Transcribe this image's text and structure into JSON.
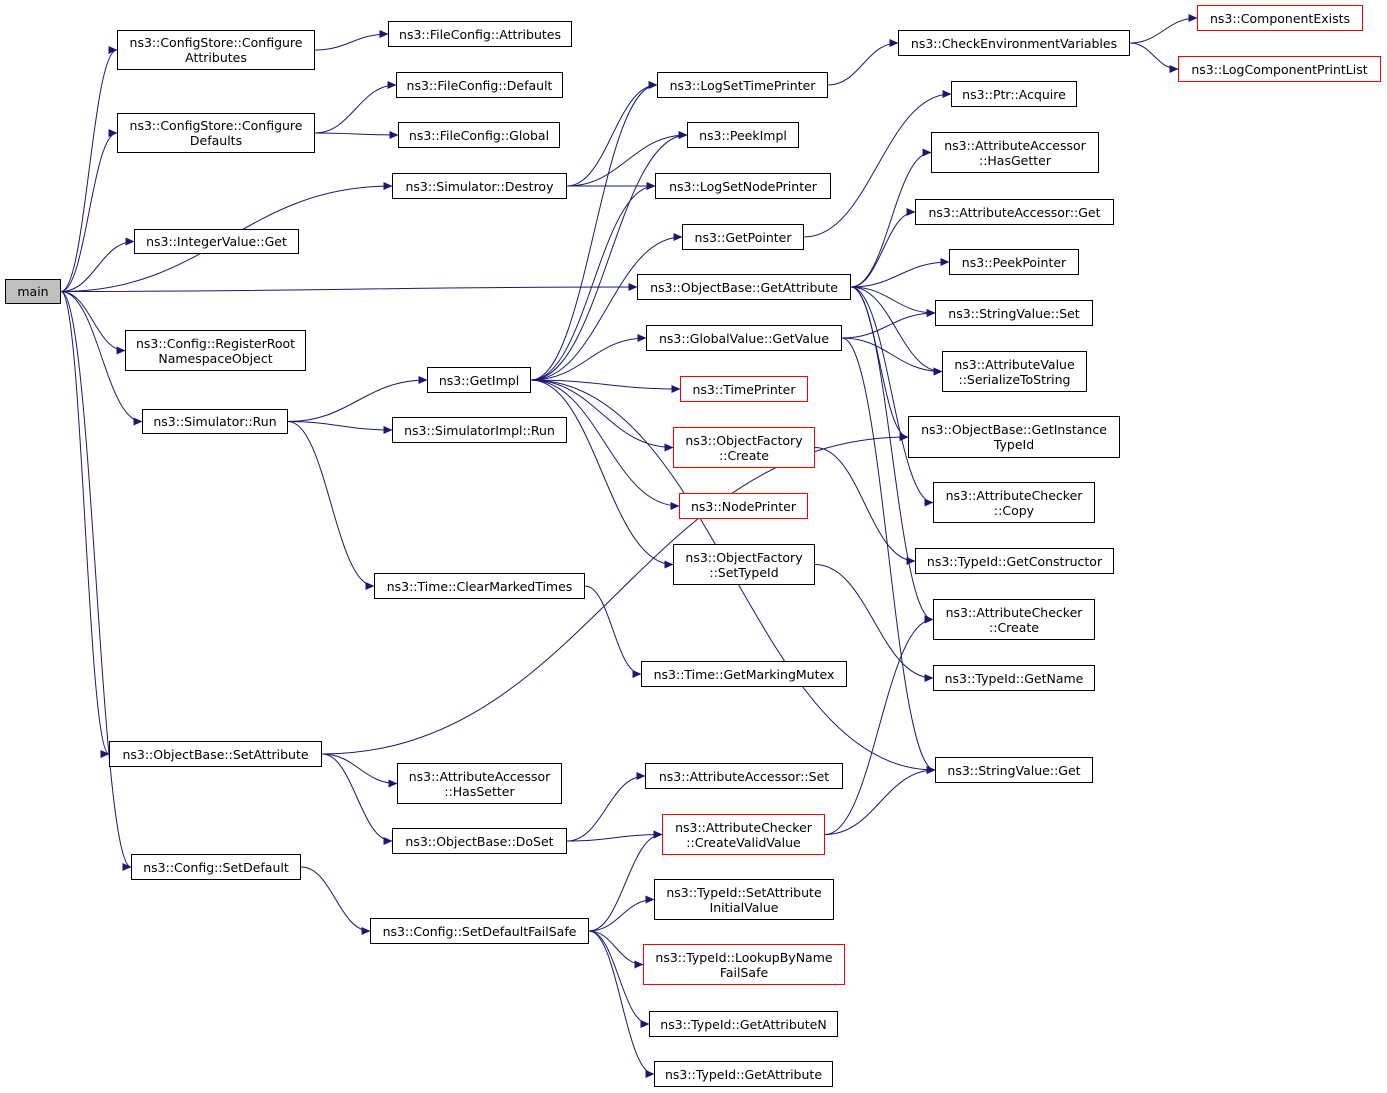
{
  "graph": {
    "colors": {
      "edge": "#191970",
      "node_border": "#000000",
      "external_border": "#ff0000",
      "root_fill": "#bfbfbf"
    },
    "nodes": {
      "main": {
        "lines": [
          "main"
        ]
      },
      "cs_attr": {
        "lines": [
          "ns3::ConfigStore::Configure",
          "Attributes"
        ]
      },
      "cs_def": {
        "lines": [
          "ns3::ConfigStore::Configure",
          "Defaults"
        ]
      },
      "int_get": {
        "lines": [
          "ns3::IntegerValue::Get"
        ]
      },
      "cfg_reg": {
        "lines": [
          "ns3::Config::RegisterRoot",
          "NamespaceObject"
        ]
      },
      "sim_run": {
        "lines": [
          "ns3::Simulator::Run"
        ]
      },
      "ob_setattr": {
        "lines": [
          "ns3::ObjectBase::SetAttribute"
        ]
      },
      "cfg_setdef": {
        "lines": [
          "ns3::Config::SetDefault"
        ]
      },
      "fc_attr": {
        "lines": [
          "ns3::FileConfig::Attributes"
        ]
      },
      "fc_def": {
        "lines": [
          "ns3::FileConfig::Default"
        ]
      },
      "fc_glob": {
        "lines": [
          "ns3::FileConfig::Global"
        ]
      },
      "sim_destroy": {
        "lines": [
          "ns3::Simulator::Destroy"
        ]
      },
      "getimpl": {
        "lines": [
          "ns3::GetImpl"
        ]
      },
      "simimpl_run": {
        "lines": [
          "ns3::SimulatorImpl::Run"
        ]
      },
      "time_clear": {
        "lines": [
          "ns3::Time::ClearMarkedTimes"
        ]
      },
      "time_mutex": {
        "lines": [
          "ns3::Time::GetMarkingMutex"
        ]
      },
      "aa_hassetter": {
        "lines": [
          "ns3::AttributeAccessor",
          "::HasSetter"
        ]
      },
      "ob_doset": {
        "lines": [
          "ns3::ObjectBase::DoSet"
        ]
      },
      "cfg_failsafe": {
        "lines": [
          "ns3::Config::SetDefaultFailSafe"
        ]
      },
      "log_timeprinter": {
        "lines": [
          "ns3::LogSetTimePrinter"
        ]
      },
      "peekimpl": {
        "lines": [
          "ns3::PeekImpl"
        ]
      },
      "log_nodeprinter": {
        "lines": [
          "ns3::LogSetNodePrinter"
        ]
      },
      "getpointer": {
        "lines": [
          "ns3::GetPointer"
        ]
      },
      "ob_getattr": {
        "lines": [
          "ns3::ObjectBase::GetAttribute"
        ]
      },
      "gv_getvalue": {
        "lines": [
          "ns3::GlobalValue::GetValue"
        ]
      },
      "timeprinter": {
        "lines": [
          "ns3::TimePrinter"
        ],
        "external": true
      },
      "of_create": {
        "lines": [
          "ns3::ObjectFactory",
          "::Create"
        ],
        "external": true
      },
      "nodeprinter": {
        "lines": [
          "ns3::NodePrinter"
        ],
        "external": true
      },
      "of_settypeid": {
        "lines": [
          "ns3::ObjectFactory",
          "::SetTypeId"
        ]
      },
      "aa_set": {
        "lines": [
          "ns3::AttributeAccessor::Set"
        ]
      },
      "ac_createvalid": {
        "lines": [
          "ns3::AttributeChecker",
          "::CreateValidValue"
        ],
        "external": true
      },
      "tid_setattrinit": {
        "lines": [
          "ns3::TypeId::SetAttribute",
          "InitialValue"
        ]
      },
      "tid_lookup": {
        "lines": [
          "ns3::TypeId::LookupByName",
          "FailSafe"
        ],
        "external": true
      },
      "tid_getattrn": {
        "lines": [
          "ns3::TypeId::GetAttributeN"
        ]
      },
      "tid_getattr": {
        "lines": [
          "ns3::TypeId::GetAttribute"
        ]
      },
      "check_env": {
        "lines": [
          "ns3::CheckEnvironmentVariables"
        ]
      },
      "comp_exists": {
        "lines": [
          "ns3::ComponentExists"
        ],
        "external": true
      },
      "log_printlist": {
        "lines": [
          "ns3::LogComponentPrintList"
        ],
        "external": true
      },
      "ptr_acquire": {
        "lines": [
          "ns3::Ptr::Acquire"
        ]
      },
      "aa_hasgetter": {
        "lines": [
          "ns3::AttributeAccessor",
          "::HasGetter"
        ]
      },
      "aa_get": {
        "lines": [
          "ns3::AttributeAccessor::Get"
        ]
      },
      "peekpointer": {
        "lines": [
          "ns3::PeekPointer"
        ]
      },
      "sv_set": {
        "lines": [
          "ns3::StringValue::Set"
        ]
      },
      "av_serialize": {
        "lines": [
          "ns3::AttributeValue",
          "::SerializeToString"
        ]
      },
      "ob_getinst": {
        "lines": [
          "ns3::ObjectBase::GetInstance",
          "TypeId"
        ]
      },
      "ac_copy": {
        "lines": [
          "ns3::AttributeChecker",
          "::Copy"
        ]
      },
      "tid_getctor": {
        "lines": [
          "ns3::TypeId::GetConstructor"
        ]
      },
      "ac_create": {
        "lines": [
          "ns3::AttributeChecker",
          "::Create"
        ]
      },
      "tid_getname": {
        "lines": [
          "ns3::TypeId::GetName"
        ]
      },
      "sv_get": {
        "lines": [
          "ns3::StringValue::Get"
        ]
      }
    },
    "edges": [
      [
        "main",
        "cs_attr"
      ],
      [
        "main",
        "cs_def"
      ],
      [
        "main",
        "sim_destroy"
      ],
      [
        "main",
        "int_get"
      ],
      [
        "main",
        "ob_getattr"
      ],
      [
        "main",
        "cfg_reg"
      ],
      [
        "main",
        "sim_run"
      ],
      [
        "main",
        "ob_setattr"
      ],
      [
        "main",
        "cfg_setdef"
      ],
      [
        "cs_attr",
        "fc_attr"
      ],
      [
        "cs_def",
        "fc_def"
      ],
      [
        "cs_def",
        "fc_glob"
      ],
      [
        "sim_destroy",
        "log_timeprinter"
      ],
      [
        "sim_destroy",
        "peekimpl"
      ],
      [
        "sim_destroy",
        "log_nodeprinter"
      ],
      [
        "sim_run",
        "getimpl"
      ],
      [
        "sim_run",
        "simimpl_run"
      ],
      [
        "sim_run",
        "time_clear"
      ],
      [
        "getimpl",
        "log_timeprinter"
      ],
      [
        "getimpl",
        "peekimpl"
      ],
      [
        "getimpl",
        "log_nodeprinter"
      ],
      [
        "getimpl",
        "getpointer"
      ],
      [
        "getimpl",
        "gv_getvalue"
      ],
      [
        "getimpl",
        "timeprinter"
      ],
      [
        "getimpl",
        "of_create"
      ],
      [
        "getimpl",
        "nodeprinter"
      ],
      [
        "getimpl",
        "of_settypeid"
      ],
      [
        "getimpl",
        "sv_get"
      ],
      [
        "time_clear",
        "time_mutex"
      ],
      [
        "ob_setattr",
        "ob_getinst"
      ],
      [
        "ob_setattr",
        "aa_hassetter"
      ],
      [
        "ob_setattr",
        "ob_doset"
      ],
      [
        "ob_doset",
        "aa_set"
      ],
      [
        "ob_doset",
        "ac_createvalid"
      ],
      [
        "cfg_setdef",
        "cfg_failsafe"
      ],
      [
        "cfg_failsafe",
        "ac_createvalid"
      ],
      [
        "cfg_failsafe",
        "tid_setattrinit"
      ],
      [
        "cfg_failsafe",
        "tid_lookup"
      ],
      [
        "cfg_failsafe",
        "tid_getattrn"
      ],
      [
        "cfg_failsafe",
        "tid_getattr"
      ],
      [
        "log_timeprinter",
        "check_env"
      ],
      [
        "check_env",
        "comp_exists"
      ],
      [
        "check_env",
        "log_printlist"
      ],
      [
        "getpointer",
        "ptr_acquire"
      ],
      [
        "ob_getattr",
        "aa_hasgetter"
      ],
      [
        "ob_getattr",
        "aa_get"
      ],
      [
        "ob_getattr",
        "peekpointer"
      ],
      [
        "ob_getattr",
        "sv_set"
      ],
      [
        "ob_getattr",
        "av_serialize"
      ],
      [
        "ob_getattr",
        "ob_getinst"
      ],
      [
        "ob_getattr",
        "ac_copy"
      ],
      [
        "ob_getattr",
        "ac_create"
      ],
      [
        "gv_getvalue",
        "sv_set"
      ],
      [
        "gv_getvalue",
        "av_serialize"
      ],
      [
        "gv_getvalue",
        "sv_get"
      ],
      [
        "of_create",
        "tid_getctor"
      ],
      [
        "of_settypeid",
        "tid_getname"
      ],
      [
        "ac_createvalid",
        "sv_get"
      ],
      [
        "ac_createvalid",
        "ac_create"
      ]
    ]
  }
}
